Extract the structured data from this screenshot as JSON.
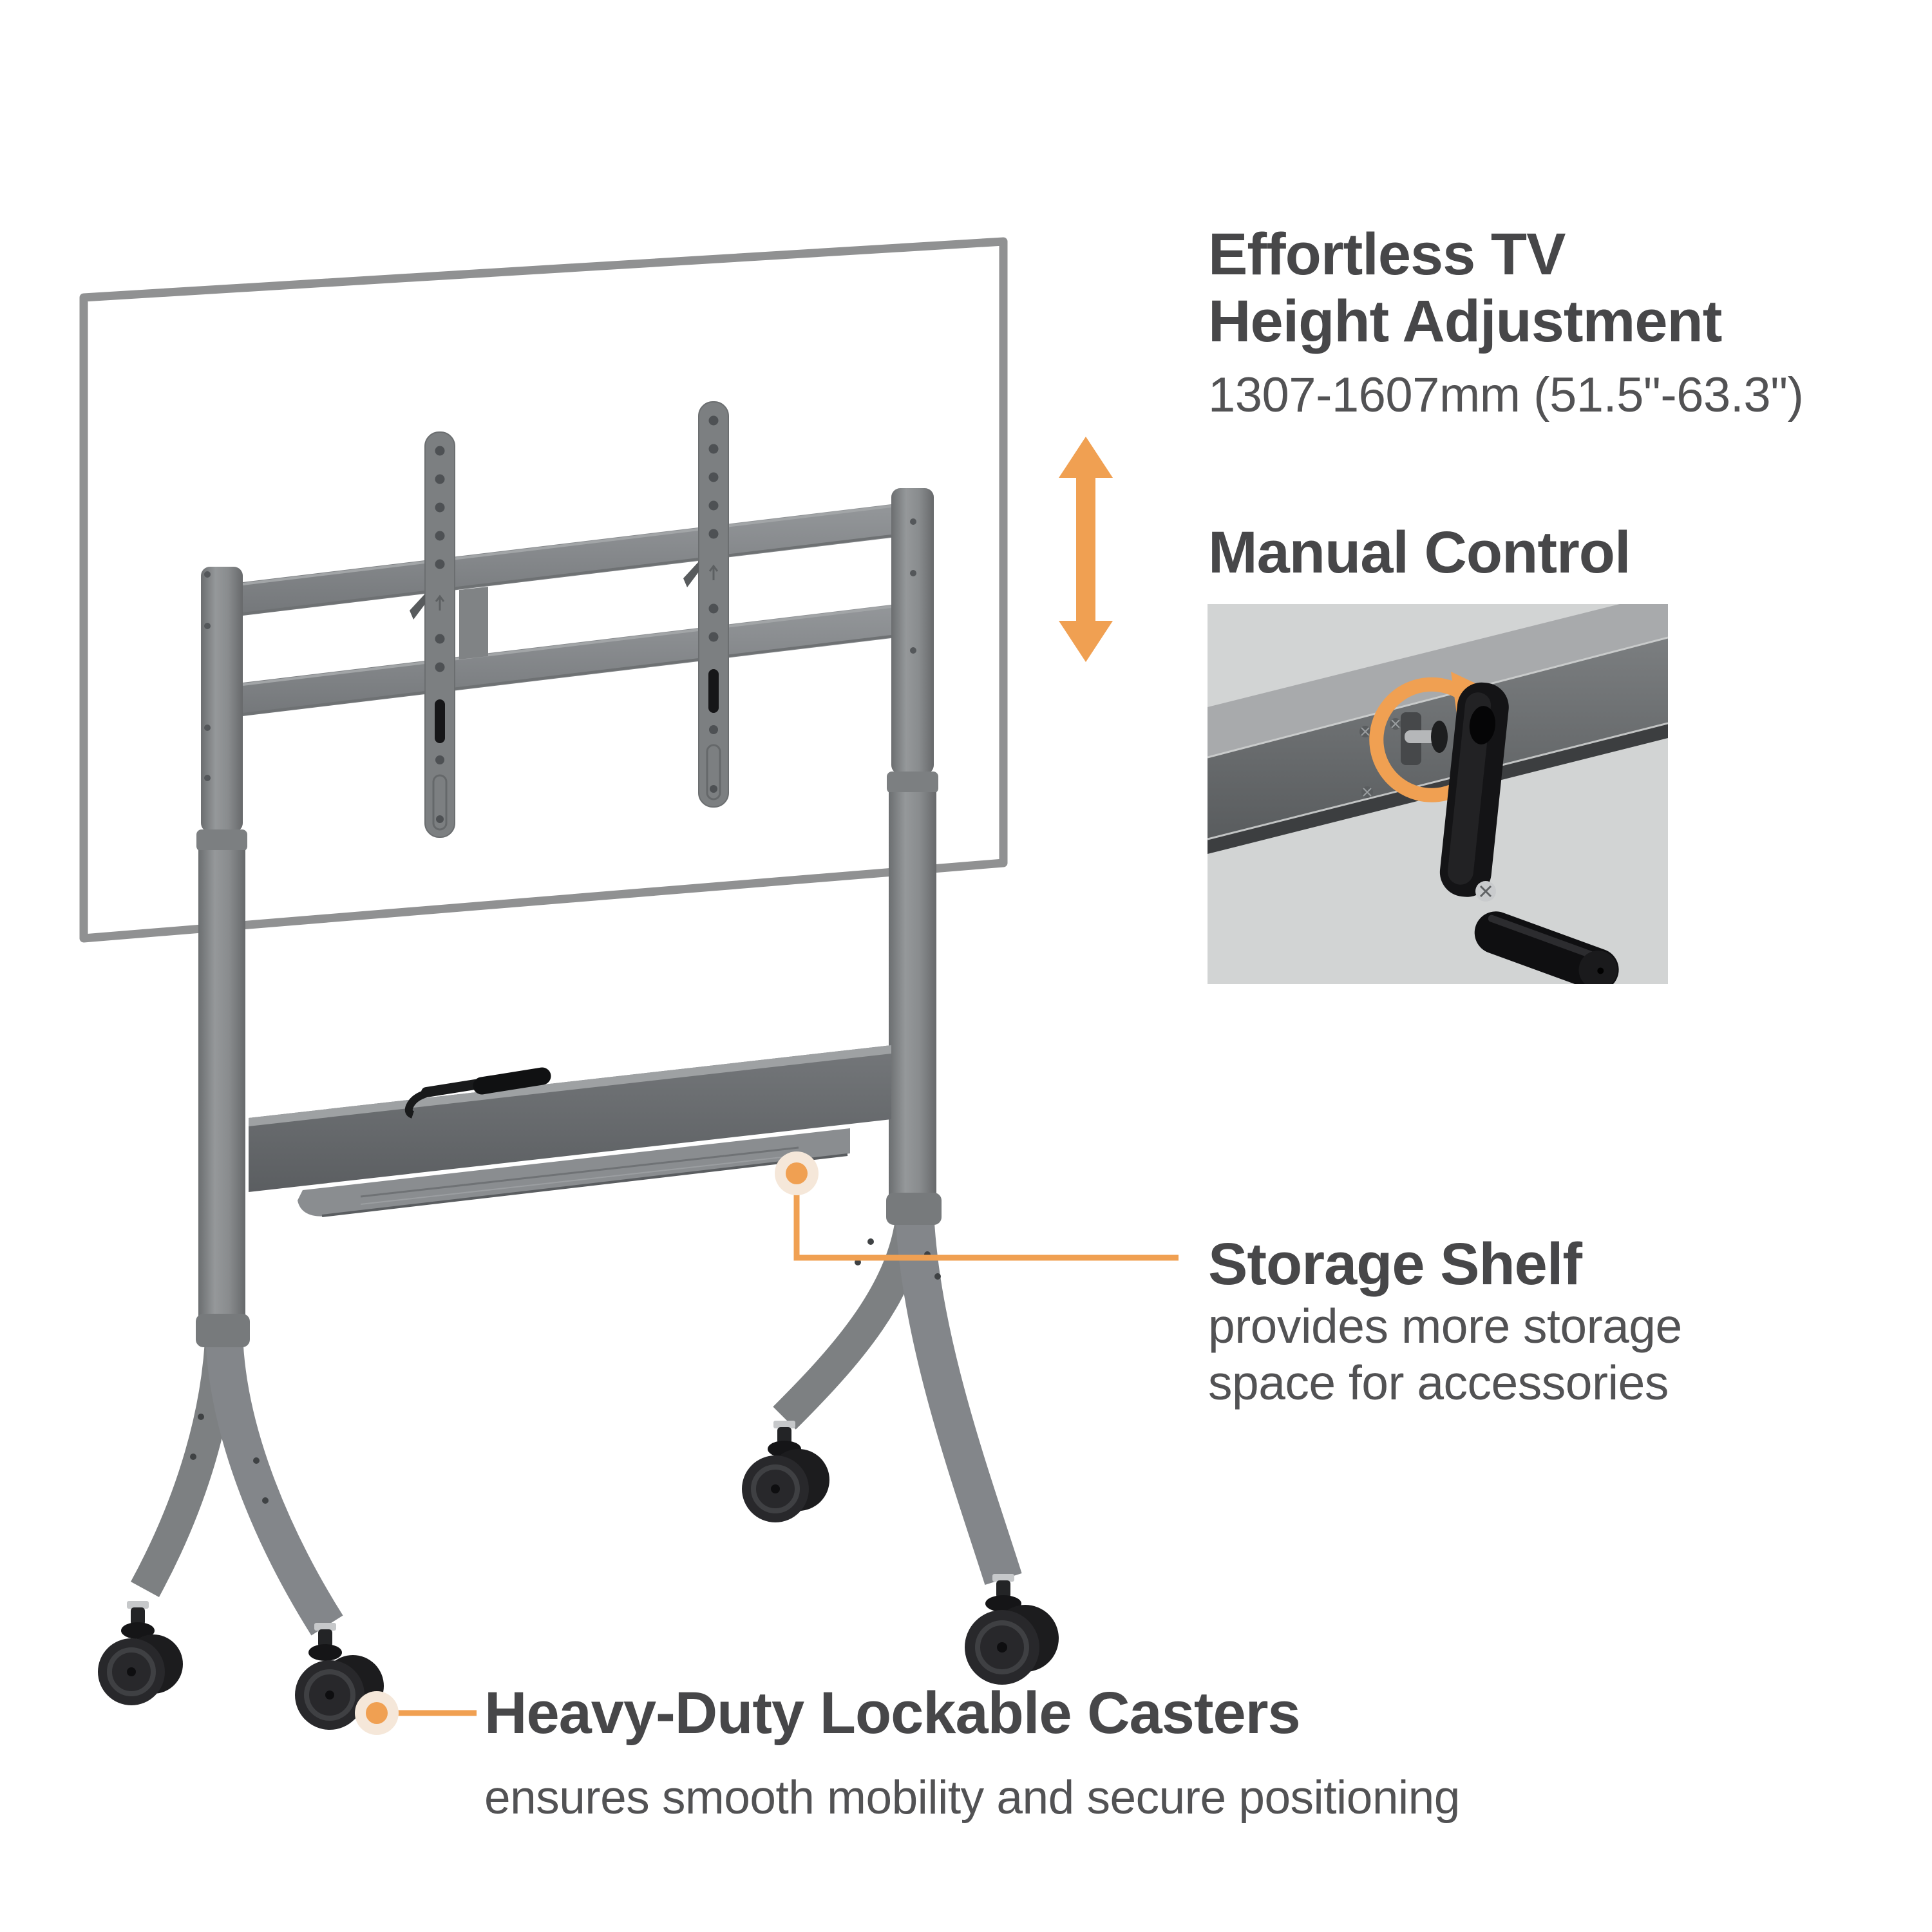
{
  "palette": {
    "accent_orange": "#F0A052",
    "halo_beige": "#F5E7D9",
    "heading_gray": "#474749",
    "body_gray": "#525254",
    "stand_gray": "#85888A",
    "tv_outline_gray": "#909192",
    "inset_background": "#D2D4D4",
    "handle_black": "#141416"
  },
  "sections": {
    "height_adjustment": {
      "heading_line1": "Effortless TV",
      "heading_line2": "Height Adjustment",
      "range": "1307-1607mm (51.5\"-63.3\")"
    },
    "manual_control": {
      "heading": "Manual Control"
    },
    "storage_shelf": {
      "heading": "Storage Shelf",
      "description_line1": "provides more storage",
      "description_line2": "space for accessories"
    },
    "casters": {
      "heading": "Heavy-Duty Lockable Casters",
      "description": "ensures smooth mobility and secure positioning"
    }
  },
  "icons": {
    "height_adjustment_arrow": "vertical-double-arrow",
    "manual_control_rotation": "clockwise-circular-arrow",
    "callout_marker": "orange-dot-with-halo"
  }
}
